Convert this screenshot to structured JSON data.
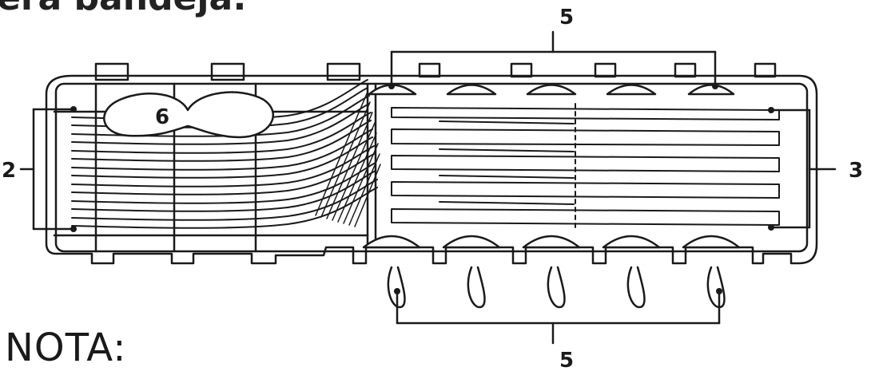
{
  "heading": "era bandeja:",
  "note": "NOTA:",
  "callouts": {
    "left_bracket": "2",
    "right_bracket": "3",
    "top_bracket": "5",
    "bottom_bracket": "5",
    "basket": "6"
  },
  "colors": {
    "line": "#1a1a1a",
    "fill": "#ffffff"
  }
}
